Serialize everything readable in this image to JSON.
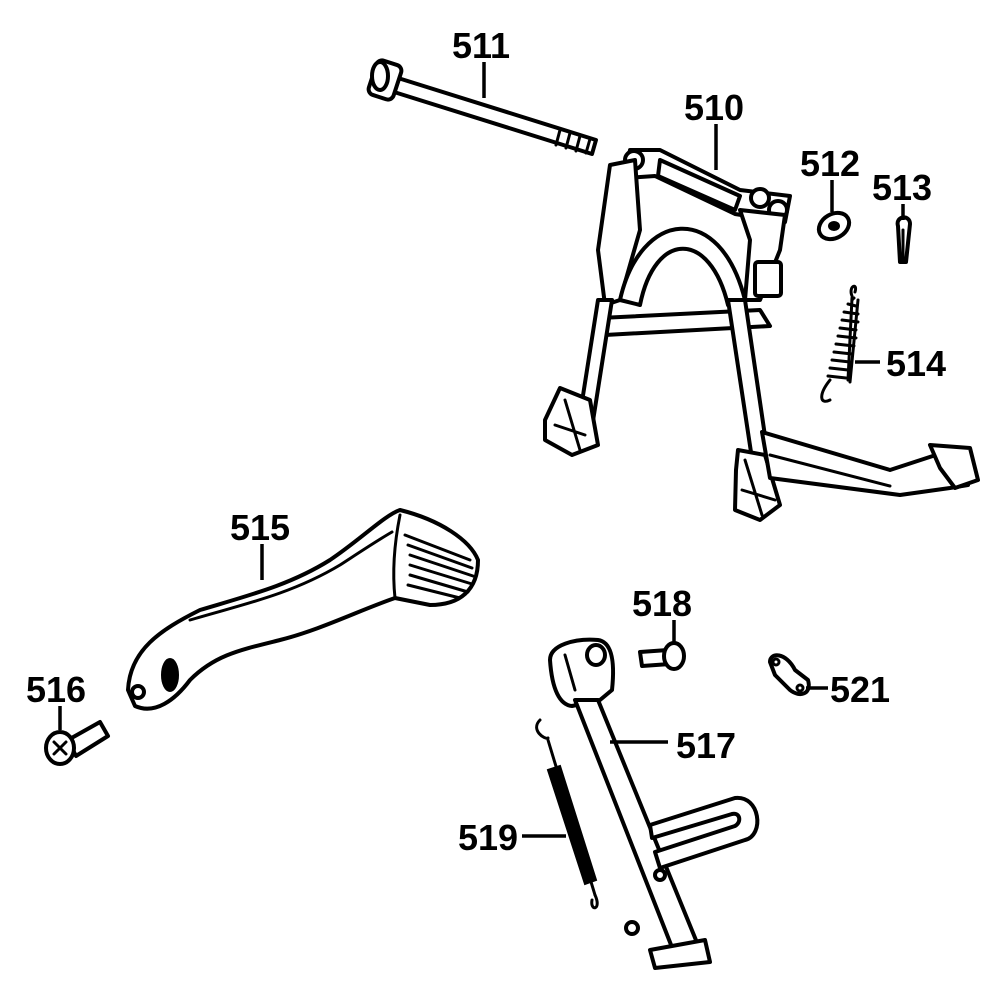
{
  "callouts": {
    "510": "510",
    "511": "511",
    "512": "512",
    "513": "513",
    "514": "514",
    "515": "515",
    "516": "516",
    "517": "517",
    "518": "518",
    "519": "519",
    "521": "521"
  }
}
